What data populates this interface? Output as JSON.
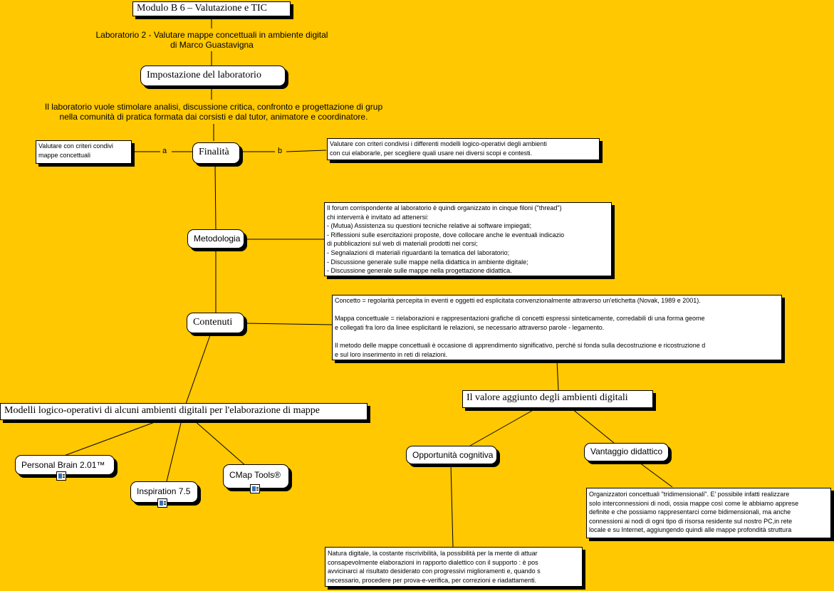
{
  "map": {
    "title": "Modulo B 6 – Valutazione e TIC",
    "subtitle": [
      "Laboratorio 2 - Valutare mappe concettuali in ambiente digital",
      "di Marco Guastavigna"
    ],
    "setup": "Impostazione del laboratorio",
    "setup_text": [
      "Il laboratorio vuole stimolare analisi, discussione critica, confronto e progettazione di grup",
      "nella comunità di pratica formata dai corsisti e dal tutor, animatore e coordinatore."
    ],
    "finalita": "Finalità",
    "link_a": "a",
    "link_b": "b",
    "goal_a": [
      "Valutare con criteri condivi",
      "  mappe concettuali"
    ],
    "goal_b": [
      "Valutare con criteri condivisi  i differenti modelli logico-operativi degli ambienti",
      "con cui elaborarle, per scegliere quali usare nei diversi scopi e contesti."
    ],
    "metodologia": "Metodologia",
    "method_text": [
      "Il forum corrispondente al laboratorio è quindi organizzato in cinque filoni (\"thread\")",
      "chi interverrà è invitato ad attenersi:",
      "- (Mutua) Assistenza su questioni tecniche relative ai software impiegati;",
      "- Riflessioni sulle esercitazioni proposte, dove collocare anche le eventuali indicazio",
      "di pubblicazioni sul web di materiali prodotti nei corsi;",
      "- Segnalazioni di materiali riguardanti la tematica del laboratorio;",
      "- Discussione generale sulle mappe nella didattica in ambiente digitale;",
      "- Discussione generale sulle mappe nella progettazione didattica."
    ],
    "contenuti": "Contenuti",
    "content_text": [
      "Concetto = regolarità percepita in eventi e oggetti ed esplicitata convenzionalmente attraverso un'etichetta (Novak, 1989 e 2001).",
      "",
      "Mappa concettuale =  rielaborazioni e rappresentazioni grafiche di concetti espressi sinteticamente, corredabili di una forma geome",
      "e collegati fra loro da linee esplicitanti le relazioni, se necessario attraverso parole - legamento.",
      "",
      "Il metodo delle mappe concettuali è occasione di apprendimento significativo, perché si fonda sulla decostruzione e ricostruzione d",
      "e sul loro inserimento in reti di relazioni."
    ],
    "models": "Modelli logico-operativi di alcuni ambienti digitali per l'elaborazione di mappe",
    "tool_1": "Personal Brain 2.01™",
    "tool_2": "Inspiration 7.5",
    "tool_3": "CMap Tools®",
    "added_value": "Il valore aggiunto degli ambienti digitali",
    "cognitive": "Opportunità cognitiva",
    "didactic": "Vantaggio didattico",
    "cognitive_text": [
      "Natura digitale, la costante riscrivibilità, la possibilità per la mente di attuar",
      "consapevolmente elaborazioni in rapporto dialettico con il supporto : è pos",
      "avvicinarci al risultato desiderato con progressivi miglioramenti e, quando s",
      "necessario, procedere per prova-e-verifica, per correzioni e riadattamenti."
    ],
    "didactic_text": [
      "Organizzatori concettuali \"tridimensionali\". E' possibile infatti realizzare",
      "solo interconnessioni di nodi, ossia mappe così come le abbiamo apprese",
      "definite e che possiamo rappresentarci come bidimensionali, ma anche",
      "connessioni ai nodi di ogni tipo di risorsa residente sul nostro PC,in rete",
      "locale e su Internet, aggiungendo quindi alle mappe profondità struttura"
    ],
    "icons": {
      "attachment": "document-image-icon"
    },
    "colors": {
      "background": "#FFC800",
      "node": "#FFFFFF",
      "line": "#000000"
    }
  }
}
